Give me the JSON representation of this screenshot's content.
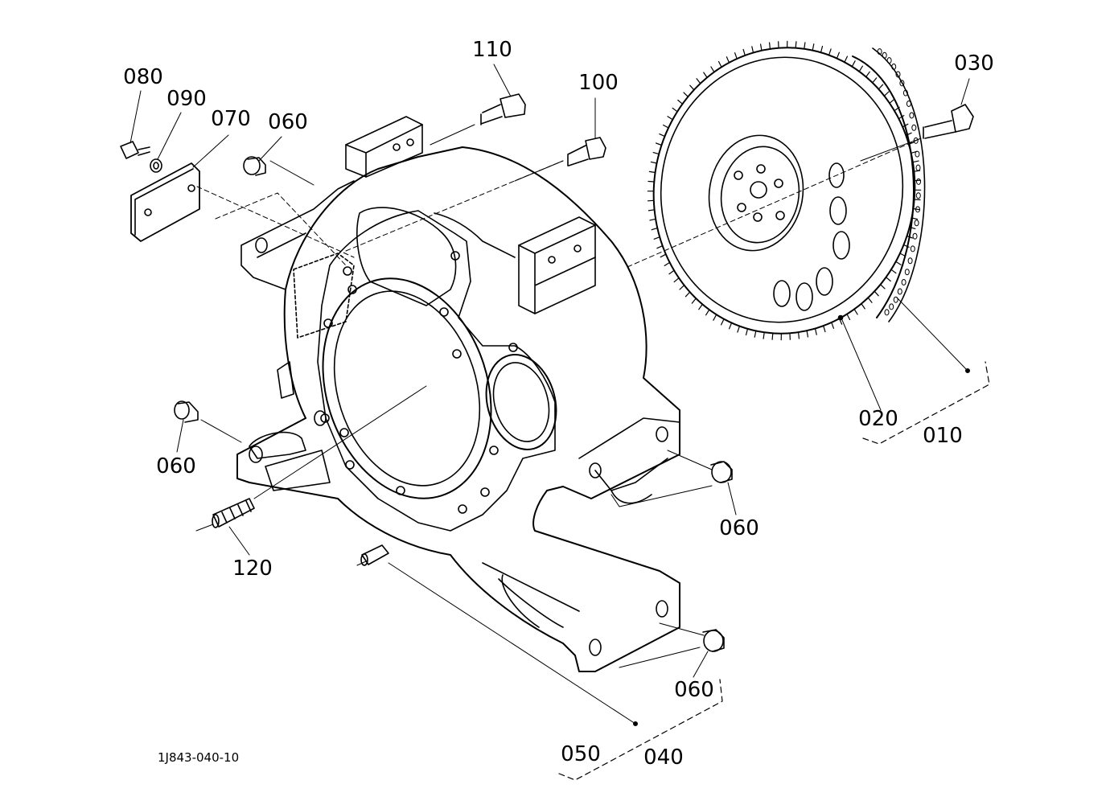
{
  "diagram": {
    "drawing_code": "1J843-040-10",
    "callouts": [
      {
        "id": "c080a",
        "text": "080"
      },
      {
        "id": "c090",
        "text": "090"
      },
      {
        "id": "c070",
        "text": "070"
      },
      {
        "id": "c060a",
        "text": "060"
      },
      {
        "id": "c110",
        "text": "110"
      },
      {
        "id": "c100",
        "text": "100"
      },
      {
        "id": "c030",
        "text": "030"
      },
      {
        "id": "c060b",
        "text": "060"
      },
      {
        "id": "c120",
        "text": "120"
      },
      {
        "id": "c060c",
        "text": "060"
      },
      {
        "id": "c060d",
        "text": "060"
      },
      {
        "id": "c020",
        "text": "020"
      },
      {
        "id": "c010",
        "text": "010"
      },
      {
        "id": "c050",
        "text": "050"
      },
      {
        "id": "c040",
        "text": "040"
      }
    ]
  }
}
